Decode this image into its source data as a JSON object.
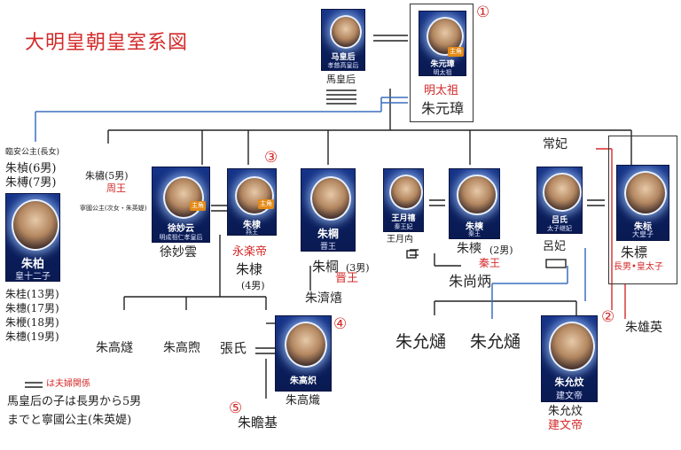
{
  "title": "大明皇朝皇室系図",
  "legend": {
    "marker": "═",
    "text": "は夫婦関係"
  },
  "note": {
    "line1": "馬皇后の子は長男から5男",
    "line2": "までと寧國公主(朱英媞)"
  },
  "markers": {
    "m1": "①",
    "m2": "②",
    "m3": "③",
    "m4": "④",
    "m5": "⑤"
  },
  "top": {
    "empress": {
      "card_name": "马皇后",
      "card_sub": "孝慈高皇后",
      "caption": "馬皇后"
    },
    "emperor": {
      "card_name": "朱元璋",
      "card_sub": "明太祖",
      "badge": "主角",
      "label_red": "明太祖",
      "label": "朱元璋"
    }
  },
  "left": {
    "daughter": "臨安公主(長女)",
    "sons_above": [
      "朱楨(6男)",
      "朱榑(7男)"
    ],
    "card": {
      "card_name": "朱柏",
      "card_sub": "皇十二子"
    },
    "sons_below": [
      "朱桂(13男)",
      "朱橞(17男)",
      "朱楩(18男)",
      "朱橞(19男)"
    ]
  },
  "zhou": {
    "name": "朱橚(5男)",
    "title_red": "周王",
    "daughter": "寧國公主(次女・朱英媞)"
  },
  "xu": {
    "card_name": "徐妙云",
    "card_sub": "明成祖仁孝皇后",
    "badge": "主角",
    "caption": "徐妙雲"
  },
  "yongle": {
    "card_name": "朱棣",
    "card_sub": "燕王",
    "badge": "主角",
    "label_red": "永楽帝",
    "label": "朱棣",
    "order": "(4男)"
  },
  "jin": {
    "card_name": "朱棡",
    "card_sub": "晋王",
    "label": "朱棡",
    "order": "(3男)",
    "title_red": "晋王",
    "son": "朱濟熺"
  },
  "wangyuexi": {
    "card_name": "王月禧",
    "card_sub": "秦王妃",
    "caption": "王月禸"
  },
  "qin": {
    "card_name": "朱樉",
    "card_sub": "秦王",
    "label": "朱樉",
    "order": "(2男)",
    "title_red": "秦王",
    "son": "朱尚炳"
  },
  "lu": {
    "card_name": "吕氏",
    "card_sub": "太子继妃",
    "caption": "呂妃"
  },
  "changfei": "常妃",
  "crown": {
    "card_name": "朱标",
    "card_sub": "大皇子",
    "label": "朱標",
    "title_red": "長男•皇太子"
  },
  "xiongying": "朱雄英",
  "gen3_left": [
    "朱高燧",
    "朱高煦",
    "張氏"
  ],
  "gaochi": {
    "card_name": "朱高炽",
    "card_sub": "",
    "caption": "朱高熾"
  },
  "zhanji": "朱瞻基",
  "gen3_mid": [
    "朱允熥",
    "朱允熥"
  ],
  "jianwen": {
    "card_name": "朱允炆",
    "card_sub": "建文帝",
    "caption": "朱允炆",
    "title_red": "建文帝"
  }
}
